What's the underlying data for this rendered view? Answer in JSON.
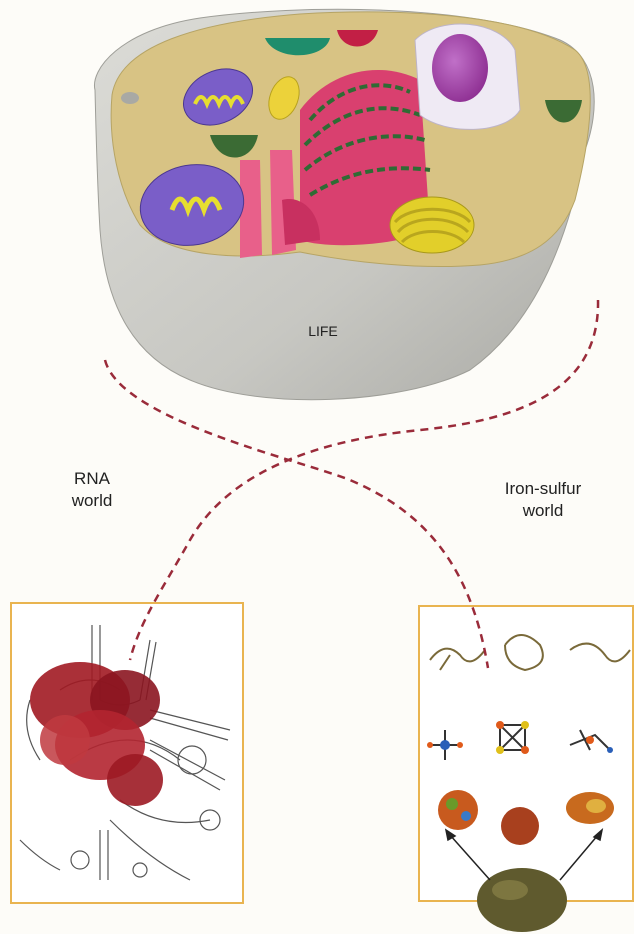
{
  "cell": {
    "label": "LIFE"
  },
  "left_world": {
    "line1": "RNA",
    "line2": "world"
  },
  "right_world": {
    "line1": "Iron-sulfur",
    "line2": "world"
  },
  "colors": {
    "path": "#9a2b3a",
    "frame": "#e9b450",
    "cytoplasm": "#d8c384",
    "membrane": "#c6c6c2",
    "er": "#d9406f",
    "mito": "#7a5ec8",
    "golgi": "#e2cf2a",
    "nucleus": "#efeaf4"
  }
}
